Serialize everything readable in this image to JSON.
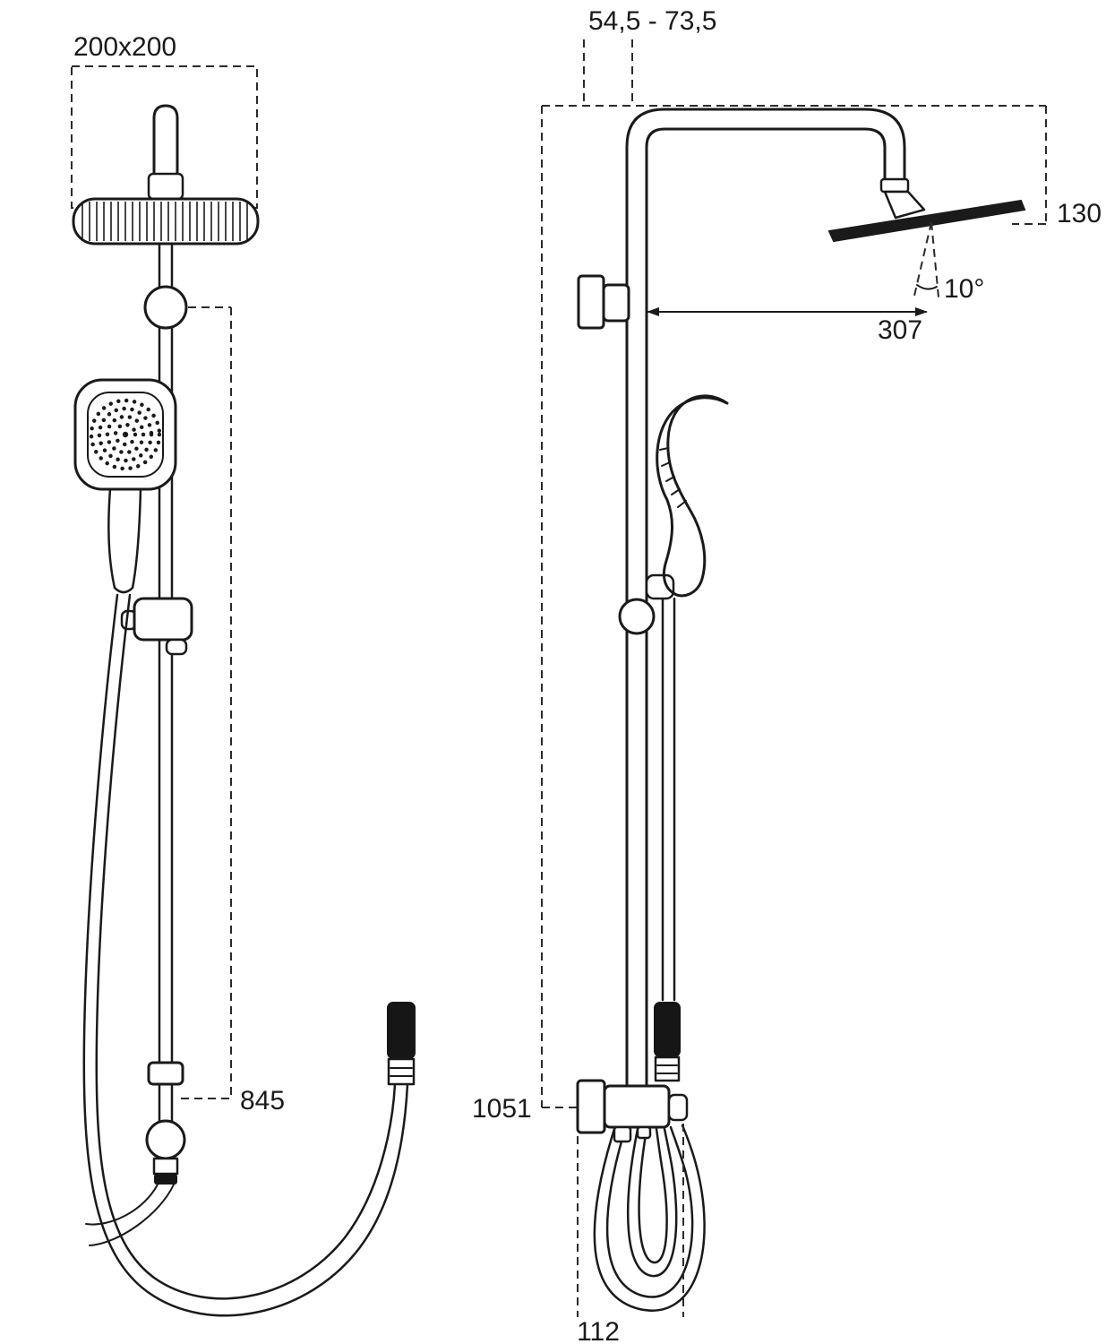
{
  "diagram": {
    "colors": {
      "line": "#1a1a1a",
      "dark_fill": "#161616",
      "background": "#ffffff"
    },
    "dimensions": {
      "head_size": "200x200",
      "wall_offset_range": "54,5 - 73,5",
      "head_height": "130",
      "head_angle": "10°",
      "head_reach": "307",
      "rail_fixing": "845",
      "total_height": "1051",
      "base_width": "112"
    }
  }
}
